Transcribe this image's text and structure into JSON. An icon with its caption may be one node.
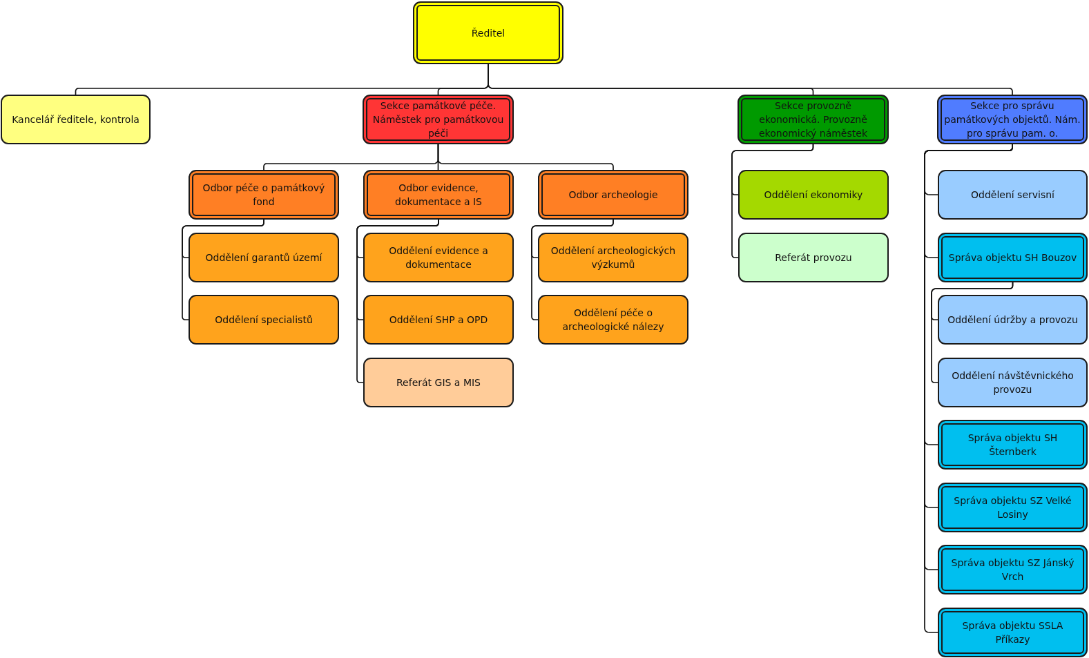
{
  "diagram": {
    "nodes": [
      {
        "text": [
          "Ředitel"
        ]
      },
      {
        "text": [
          "Kancelář ředitele, kontrola"
        ]
      },
      {
        "text": [
          "Sekce památkové péče. Náměstek pro památkovou péči"
        ]
      },
      {
        "text": [
          "Sekce provozně ekonomická. Provozně ekonomický náměstek"
        ]
      },
      {
        "text": [
          "Sekce pro správu památkových objektů. Nám. pro správu pam. o."
        ]
      },
      {
        "text": [
          "Odbor péče o památkový fond"
        ]
      },
      {
        "text": [
          "Odbor evidence, dokumentace a IS"
        ]
      },
      {
        "text": [
          "Odbor archeologie"
        ]
      },
      {
        "text": [
          "Oddělení garantů území"
        ]
      },
      {
        "text": [
          "Oddělení specialistů"
        ]
      },
      {
        "text": [
          "Oddělení evidence a dokumentace"
        ]
      },
      {
        "text": [
          "Oddělení SHP a OPD"
        ]
      },
      {
        "text": [
          "Referát GIS a MIS"
        ]
      },
      {
        "text": [
          "Oddělení archeologických výzkumů"
        ]
      },
      {
        "text": [
          "Oddělení péče o archeologické nálezy"
        ]
      },
      {
        "text": [
          "Oddělení ekonomiky"
        ]
      },
      {
        "text": [
          "Referát provozu"
        ]
      },
      {
        "text": [
          "Oddělení servisní"
        ]
      },
      {
        "text": [
          "Správa objektu SH Bouzov"
        ]
      },
      {
        "text": [
          "Oddělení údržby a provozu"
        ]
      },
      {
        "text": [
          "Oddělení návštěvnického provozu"
        ]
      },
      {
        "text": [
          "Správa objektu SH Šternberk"
        ]
      },
      {
        "text": [
          "Správa objektu SZ Velké Losiny"
        ]
      },
      {
        "text": [
          "Správa objektu SZ Jánský Vrch"
        ]
      },
      {
        "text": [
          "Správa objektu SSLA Příkazy"
        ]
      }
    ],
    "edges": [
      {
        "from": 0,
        "to": 1,
        "arrow": "none"
      },
      {
        "from": 0,
        "to": 2,
        "arrow": "none"
      },
      {
        "from": 0,
        "to": 3,
        "arrow": "none"
      },
      {
        "from": 0,
        "to": 4,
        "arrow": "none"
      },
      {
        "from": 2,
        "to": 5,
        "arrow": "none"
      },
      {
        "from": 2,
        "to": 6,
        "arrow": "none"
      },
      {
        "from": 2,
        "to": 7,
        "arrow": "none"
      },
      {
        "from": 5,
        "to": 8,
        "arrow": "none"
      },
      {
        "from": 5,
        "to": 9,
        "arrow": "none"
      },
      {
        "from": 6,
        "to": 10,
        "arrow": "none"
      },
      {
        "from": 6,
        "to": 11,
        "arrow": "none"
      },
      {
        "from": 6,
        "to": 12,
        "arrow": "none"
      },
      {
        "from": 7,
        "to": 13,
        "arrow": "none"
      },
      {
        "from": 7,
        "to": 14,
        "arrow": "none"
      },
      {
        "from": 3,
        "to": 15,
        "arrow": "none"
      },
      {
        "from": 3,
        "to": 16,
        "arrow": "none"
      },
      {
        "from": 4,
        "to": 17,
        "arrow": "none"
      },
      {
        "from": 4,
        "to": 18,
        "arrow": "none"
      },
      {
        "from": 18,
        "to": 19,
        "arrow": "none"
      },
      {
        "from": 18,
        "to": 20,
        "arrow": "none"
      },
      {
        "from": 4,
        "to": 21,
        "arrow": "none"
      },
      {
        "from": 4,
        "to": 22,
        "arrow": "none"
      },
      {
        "from": 4,
        "to": 23,
        "arrow": "none"
      },
      {
        "from": 4,
        "to": 24,
        "arrow": "none"
      }
    ]
  }
}
